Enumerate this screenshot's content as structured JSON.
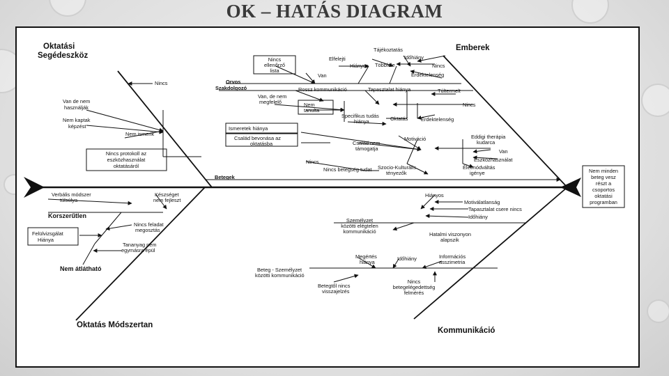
{
  "title": "OK – HATÁS DIAGRAM",
  "categories": {
    "oktatasi_segedeszkoz": [
      "Oktatási",
      "Segédeszköz"
    ],
    "emberek": "Emberek",
    "oktatas_modszertan": "Oktatás Módszertan",
    "kommunikacio": "Kommunikáció"
  },
  "effect": [
    "Nem minden",
    "beteg vesz",
    "részt a",
    "csoportos",
    "oktatási",
    "programban"
  ],
  "segedeszkoz_causes": {
    "nincs": "Nincs",
    "van_de_nem": [
      "Van de nem",
      "használják"
    ],
    "nem_kaptak": [
      "Nem kaptak",
      "képzést"
    ],
    "nem_ismerik": "Nem ismerik",
    "nincs_protokoll": [
      "Nincs protokoll az",
      "eszközhasználat",
      "oktatásáról"
    ]
  },
  "emberek_causes": {
    "nincs_ellenorzo": [
      "Nincs",
      "ellenőrző",
      "lista"
    ],
    "elfelejti": "Elfelejti",
    "van": "Van",
    "hianyos": "Hiányos",
    "tajekoztatas": "Tájékoztatás",
    "idohiany": "Időhiány",
    "tobbfele": "Többféle",
    "nincs_a": "Nincs",
    "erdektelenseg_a": "Érdektelenség",
    "orvos": [
      "Orvos",
      "Szakdolgozó"
    ],
    "rossz_kommunikacio": "Rossz kommunikáció",
    "tapasztalat_hiany": "Tapasztalat hiánya",
    "tultermelt": "Túltermelt",
    "van_de_nem_megfelelo": [
      "Van, de nem",
      "megfelelő"
    ],
    "nem_tanulta": [
      "Nem",
      "tanulta"
    ],
    "nincs_b": "Nincs",
    "specifikus": [
      "Specifikus tudás",
      "hiánya"
    ],
    "oktatas": "Oktatás",
    "erdektelenseg_b": "Érdektelenség",
    "ismeretek_hianya": "Ismeretek hiánya",
    "csalad_bevonasa": [
      "Család bevonása az",
      "oktatásba"
    ],
    "csalad_nem": [
      "Család nem",
      "támogatja"
    ],
    "motivacio": "Motiváció",
    "eddigi_terapia": [
      "Eddigi therápia",
      "kudarca"
    ],
    "van_b": "Van",
    "eszkozhasznalat": "Eszközhasználat",
    "eletmodvaltas": [
      "Életmódváltás",
      "igénye"
    ],
    "nincs_c": "Nincs",
    "nincs_betegseg": "Nincs betegség tudat",
    "szocio": [
      "Szocio-Kulturális",
      "tényezők"
    ],
    "betegek": "Betegek"
  },
  "modszertan_causes": {
    "verbalis": [
      "Verbális módszer",
      "túlsúlya"
    ],
    "kesszseget": [
      "Készséget",
      "nem fejleszt"
    ],
    "korszerutlen": "Korszerűtlen",
    "felulvizsgalat": [
      "Felülvizsgálat",
      "Hiánya"
    ],
    "nincs_feladat": [
      "Nincs feladat",
      "megosztás"
    ],
    "tananyag": [
      "Tananyag nem",
      "egymásra épül"
    ],
    "nem_atlathato": "Nem átlátható"
  },
  "kommunikacio_causes": {
    "hianyos": "Hiányos",
    "motivalatlansag": "Motiválatlanság",
    "tapasztalatcsere": "Tapasztalat csere nincs",
    "idohiany_a": "Időhiány",
    "szemelyzet": [
      "Személyzet",
      "közötti elégtelen",
      "kommunikáció"
    ],
    "hatalmi": [
      "Hatalmi viszonyon",
      "alapszik"
    ],
    "megertes": [
      "Megértés",
      "hiánya"
    ],
    "idohiany_b": "Időhiány",
    "informacios": [
      "Információs",
      "asszimetria"
    ],
    "beteg_szemelyzet": [
      "Beteg - Személyzet",
      "közötti kommunikáció"
    ],
    "betegtol": [
      "Betegtől nincs",
      "visszajelzés"
    ],
    "betegelegedettseg": [
      "Nincs",
      "betegelégedettség",
      "felmérés"
    ]
  }
}
